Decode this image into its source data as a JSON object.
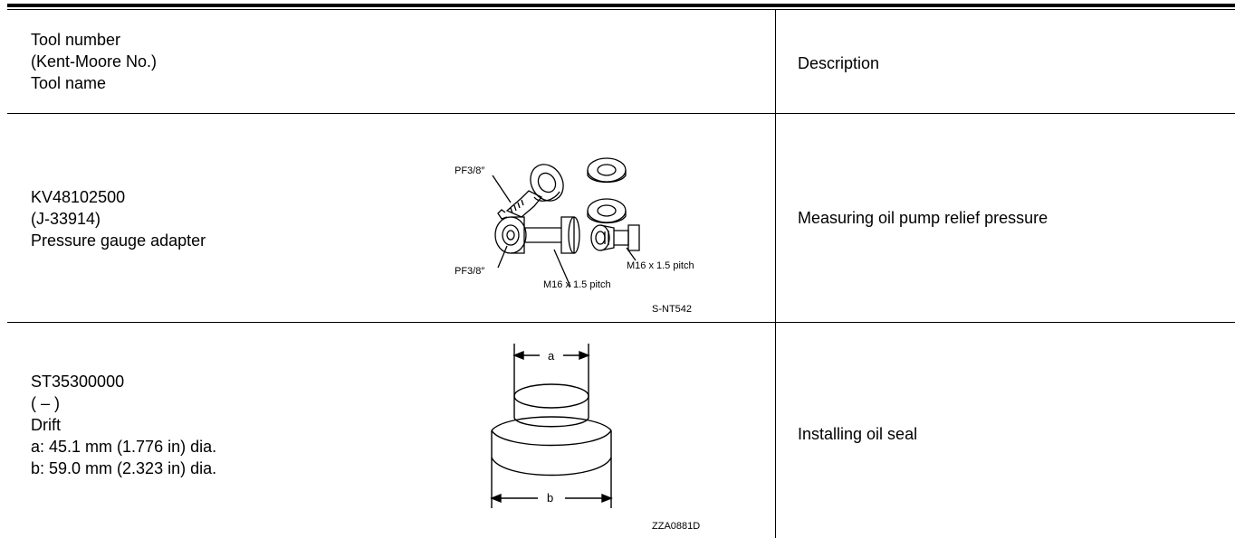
{
  "header": {
    "tool_col_lines": [
      "Tool number",
      "(Kent-Moore No.)",
      "Tool name"
    ],
    "description_label": "Description"
  },
  "rows": [
    {
      "lines": [
        "KV48102500",
        "(J-33914)",
        "Pressure gauge adapter"
      ],
      "description": "Measuring oil pump relief pressure",
      "figure": {
        "code": "S-NT542",
        "labels": [
          "PF3/8″",
          "PF3/8″",
          "M16 x 1.5 pitch",
          "M16 x 1.5 pitch"
        ]
      }
    },
    {
      "lines": [
        "ST35300000",
        "( – )",
        "Drift",
        "a: 45.1 mm (1.776 in) dia.",
        "b: 59.0 mm (2.323 in) dia."
      ],
      "description": "Installing oil seal",
      "figure": {
        "code": "ZZA0881D",
        "labels": [
          "a",
          "b"
        ]
      }
    }
  ]
}
